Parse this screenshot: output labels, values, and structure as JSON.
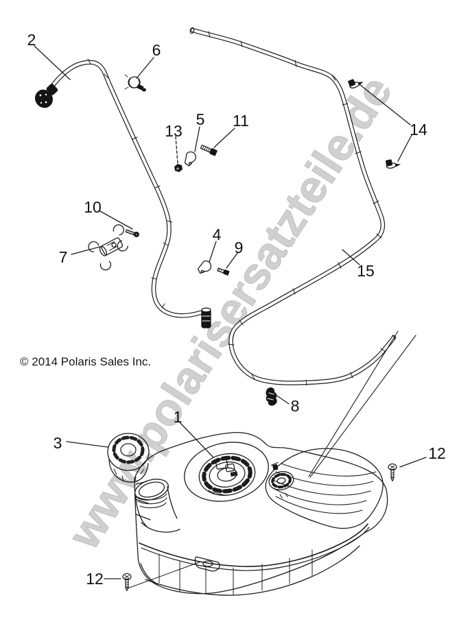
{
  "watermark": {
    "text": "www.polarisersatzteile.de",
    "color": "#cbcbcb"
  },
  "copyright": {
    "text": "© 2014 Polaris Sales Inc."
  },
  "callouts": {
    "c1": "1",
    "c2": "2",
    "c3": "3",
    "c4": "4",
    "c5": "5",
    "c6": "6",
    "c7": "7",
    "c8": "8",
    "c9": "9",
    "c10": "10",
    "c11": "11",
    "c12_left": "12",
    "c12_right": "12",
    "c13": "13",
    "c14": "14",
    "c15": "15"
  },
  "colors": {
    "line": "#1c1c1c",
    "background": "#ffffff",
    "watermark": "#cbcbcb"
  }
}
